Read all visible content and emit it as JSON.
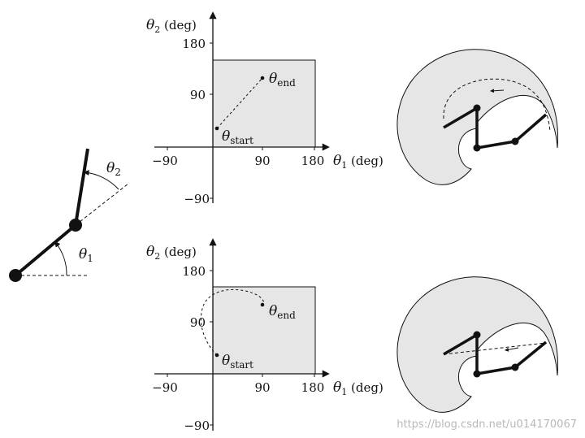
{
  "arm": {
    "theta1_label": "θ1",
    "theta2_label": "θ2"
  },
  "top_plot": {
    "y_axis_label": "θ2 (deg)",
    "x_axis_label": "θ1 (deg)",
    "y_ticks": [
      "180",
      "90",
      "−90"
    ],
    "x_ticks": [
      "−90",
      "90",
      "180"
    ],
    "start_label": "θstart",
    "end_label": "θend",
    "path": "straight line in joint space"
  },
  "bottom_plot": {
    "y_axis_label": "θ2 (deg)",
    "x_axis_label": "θ1 (deg)",
    "y_ticks": [
      "180",
      "90",
      "−90"
    ],
    "x_ticks": [
      "−90",
      "90",
      "180"
    ],
    "start_label": "θstart",
    "end_label": "θend",
    "path": "curved path in joint space"
  },
  "watermark": "https://blog.csdn.net/u014170067",
  "colors": {
    "shaded": "#e6e6e6",
    "ink": "#111111",
    "watermark": "#b8b8b8"
  }
}
